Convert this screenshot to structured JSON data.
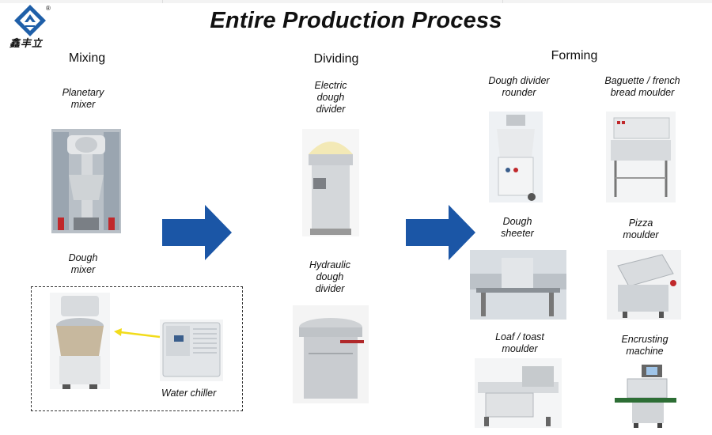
{
  "title": "Entire Production Process",
  "logo": {
    "icon": "company-logo-icon",
    "text": "鑫丰立",
    "registered": "®"
  },
  "sections": {
    "mixing": "Mixing",
    "dividing": "Dividing",
    "forming": "Forming"
  },
  "machines": {
    "planetary_mixer": [
      "Planetary",
      "mixer"
    ],
    "dough_mixer": [
      "Dough",
      "mixer"
    ],
    "water_chiller": "Water chiller",
    "electric_divider": [
      "Electric",
      "dough",
      "divider"
    ],
    "hydraulic_divider": [
      "Hydraulic",
      "dough",
      "divider"
    ],
    "divider_rounder": [
      "Dough divider",
      "rounder"
    ],
    "baguette_moulder": [
      "Baguette / french",
      "bread moulder"
    ],
    "dough_sheeter": [
      "Dough",
      "sheeter"
    ],
    "pizza_moulder": [
      "Pizza",
      "moulder"
    ],
    "toast_moulder": [
      "Loaf / toast",
      "moulder"
    ],
    "encrusting_machine": [
      "Encrusting",
      "machine"
    ]
  },
  "colors": {
    "arrow_blue": "#1b56a6",
    "connector_yellow": "#f2dc1b",
    "logo_blue": "#1f5fa8"
  }
}
